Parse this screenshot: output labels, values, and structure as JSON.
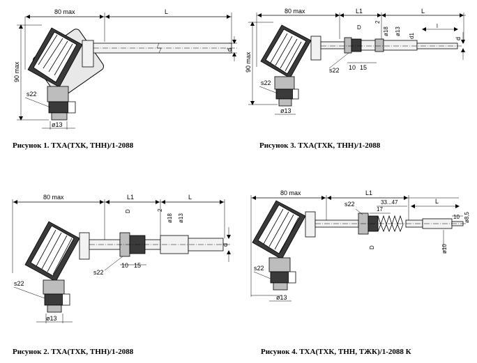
{
  "figures": [
    {
      "caption": "Рисунок 1. ТХА(ТХК, ТНН)/1-2088",
      "dims": {
        "width_max": "80 max",
        "length": "L",
        "height_max": "90 max",
        "diameter": "d",
        "wrench": "s22",
        "cable_dia": "ø13"
      }
    },
    {
      "caption": "Рисунок 2. ТХА(ТХК, ТНН)/1-2088",
      "dims": {
        "width_max": "80 max",
        "l1": "L1",
        "length": "L",
        "thread": "D",
        "gap": "2",
        "dia18": "ø18",
        "dia13": "ø13",
        "diameter": "d",
        "wrench": "s22",
        "n10": "10",
        "n15": "15",
        "wrench_head": "s22",
        "cable_dia": "ø13"
      }
    },
    {
      "caption": "Рисунок 3. ТХА(ТХК, ТНН)/1-2088",
      "dims": {
        "width_max": "80 max",
        "l1": "L1",
        "length": "L",
        "height_max": "90 max",
        "thread": "D",
        "gap": "2",
        "dia18": "ø18",
        "dia13": "ø13",
        "d1": "d1",
        "l_small": "l",
        "diameter": "d",
        "wrench": "s22",
        "n10": "10",
        "n15": "15",
        "wrench_head": "s22",
        "cable_dia": "ø13"
      }
    },
    {
      "caption": "Рисунок 4. ТХА(ТХК, ТНН, ТЖК)/1-2088 К",
      "dims": {
        "width_max": "80 max",
        "l1": "L1",
        "length": "L",
        "wrench": "s22",
        "range": "33...47",
        "n17": "17",
        "thread": "D",
        "n10": "10",
        "dia85": "ø8,5",
        "dia10": "ø10",
        "wrench_head": "s22",
        "cable_dia": "ø13"
      }
    }
  ]
}
